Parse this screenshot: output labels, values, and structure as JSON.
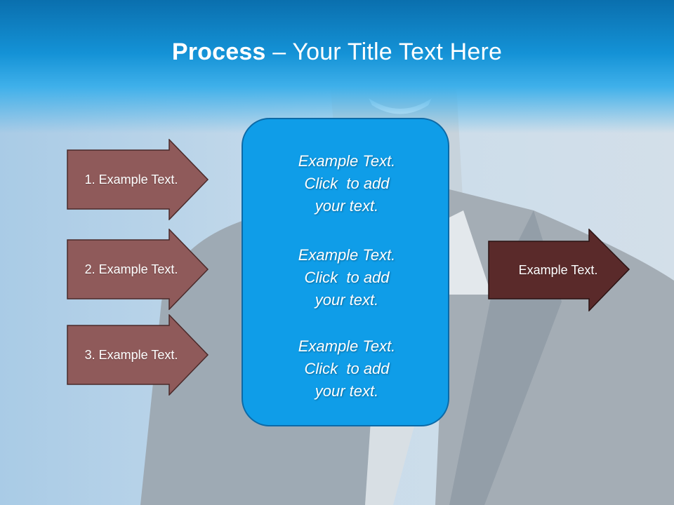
{
  "slide": {
    "title_bold": "Process",
    "title_rest": " – Your Title Text Here"
  },
  "left_arrows": [
    {
      "label": "1. Example Text."
    },
    {
      "label": "2. Example Text."
    },
    {
      "label": "3. Example Text."
    }
  ],
  "center_box": {
    "blocks": [
      {
        "line1": "Example Text.",
        "line2": "Click  to add",
        "line3": "your text."
      },
      {
        "line1": "Example Text.",
        "line2": "Click  to add",
        "line3": "your text."
      },
      {
        "line1": "Example Text.",
        "line2": "Click  to add",
        "line3": "your text."
      }
    ]
  },
  "right_arrow": {
    "label": "Example Text."
  },
  "colors": {
    "title_band": "#1492d6",
    "left_arrow_fill": "#8f5a5a",
    "right_arrow_fill": "#5a2a2a",
    "center_box_fill": "#0f9de8"
  }
}
